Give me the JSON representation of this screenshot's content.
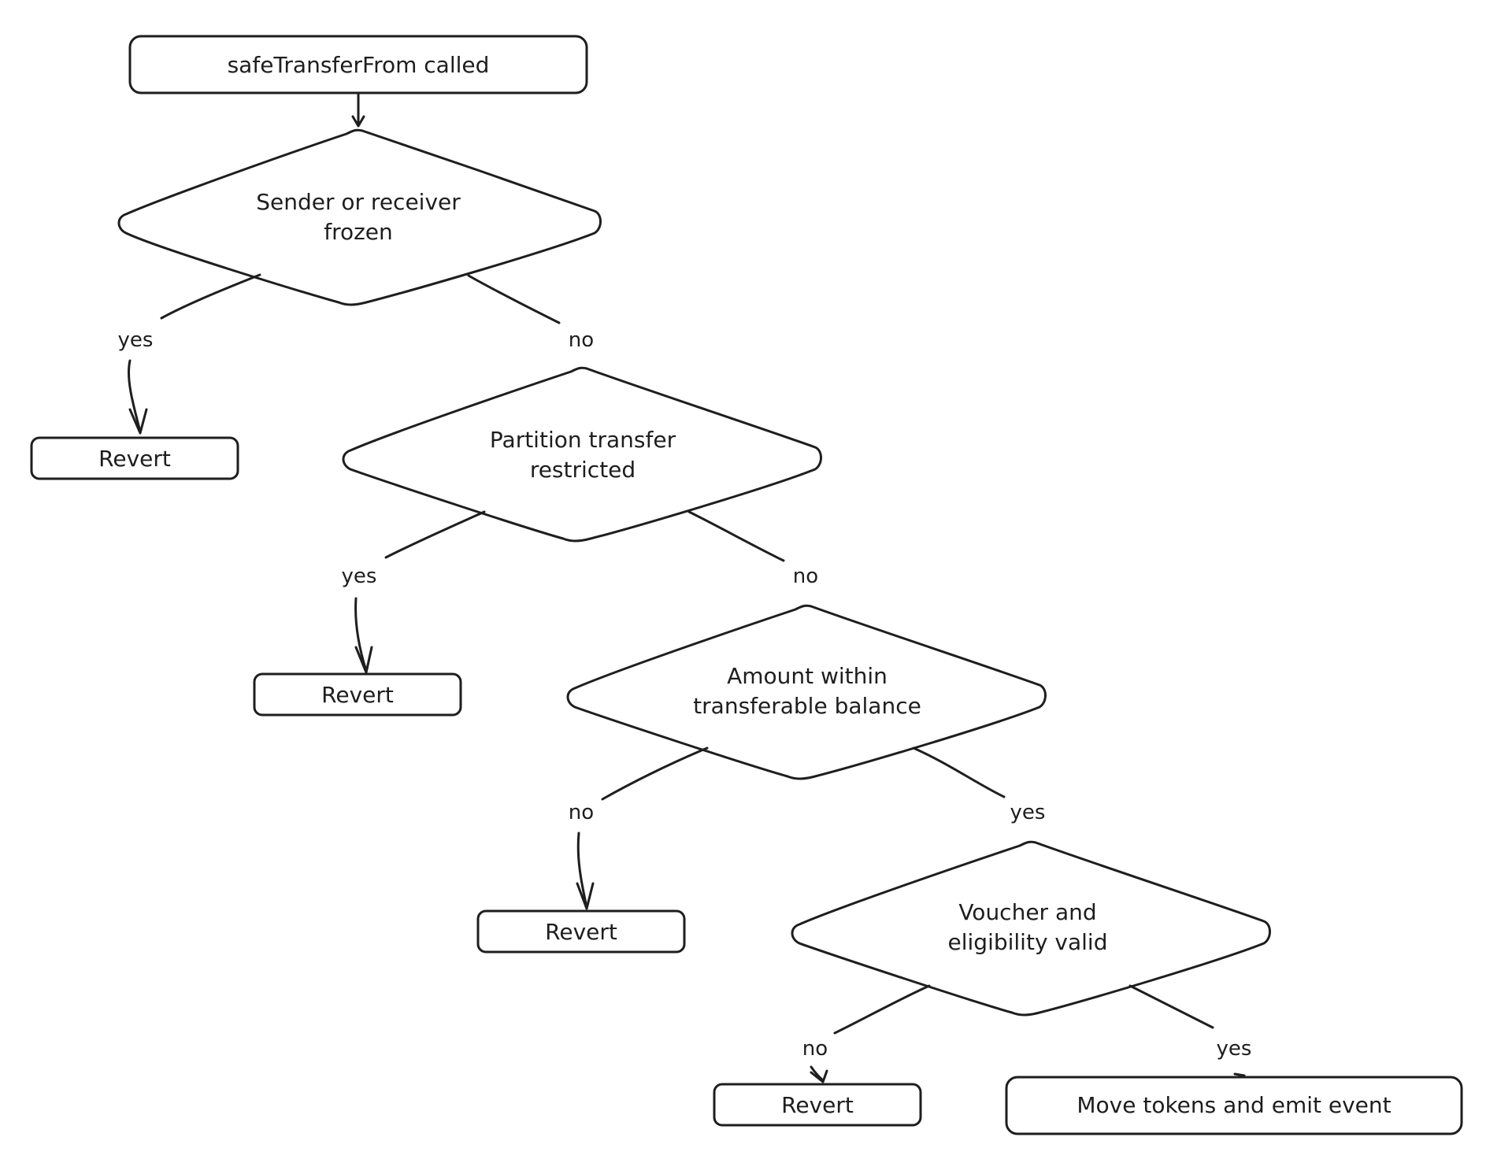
{
  "nodes": {
    "start": {
      "text": "safeTransferFrom called"
    },
    "frozen": {
      "line1": "Sender or receiver",
      "line2": "frozen"
    },
    "revert1": {
      "text": "Revert"
    },
    "partition": {
      "line1": "Partition transfer",
      "line2": "restricted"
    },
    "revert2": {
      "text": "Revert"
    },
    "amount": {
      "line1": "Amount within",
      "line2": "transferable balance"
    },
    "revert3": {
      "text": "Revert"
    },
    "voucher": {
      "line1": "Voucher and",
      "line2": "eligibility valid"
    },
    "revert4": {
      "text": "Revert"
    },
    "move": {
      "text": "Move tokens and emit event"
    }
  },
  "edges": {
    "frozen_yes": "yes",
    "frozen_no": "no",
    "partition_yes": "yes",
    "partition_no": "no",
    "amount_no": "no",
    "amount_yes": "yes",
    "voucher_no": "no",
    "voucher_yes": "yes"
  },
  "colors": {
    "stroke": "#1e1e1e",
    "fill": "#ffffff"
  }
}
